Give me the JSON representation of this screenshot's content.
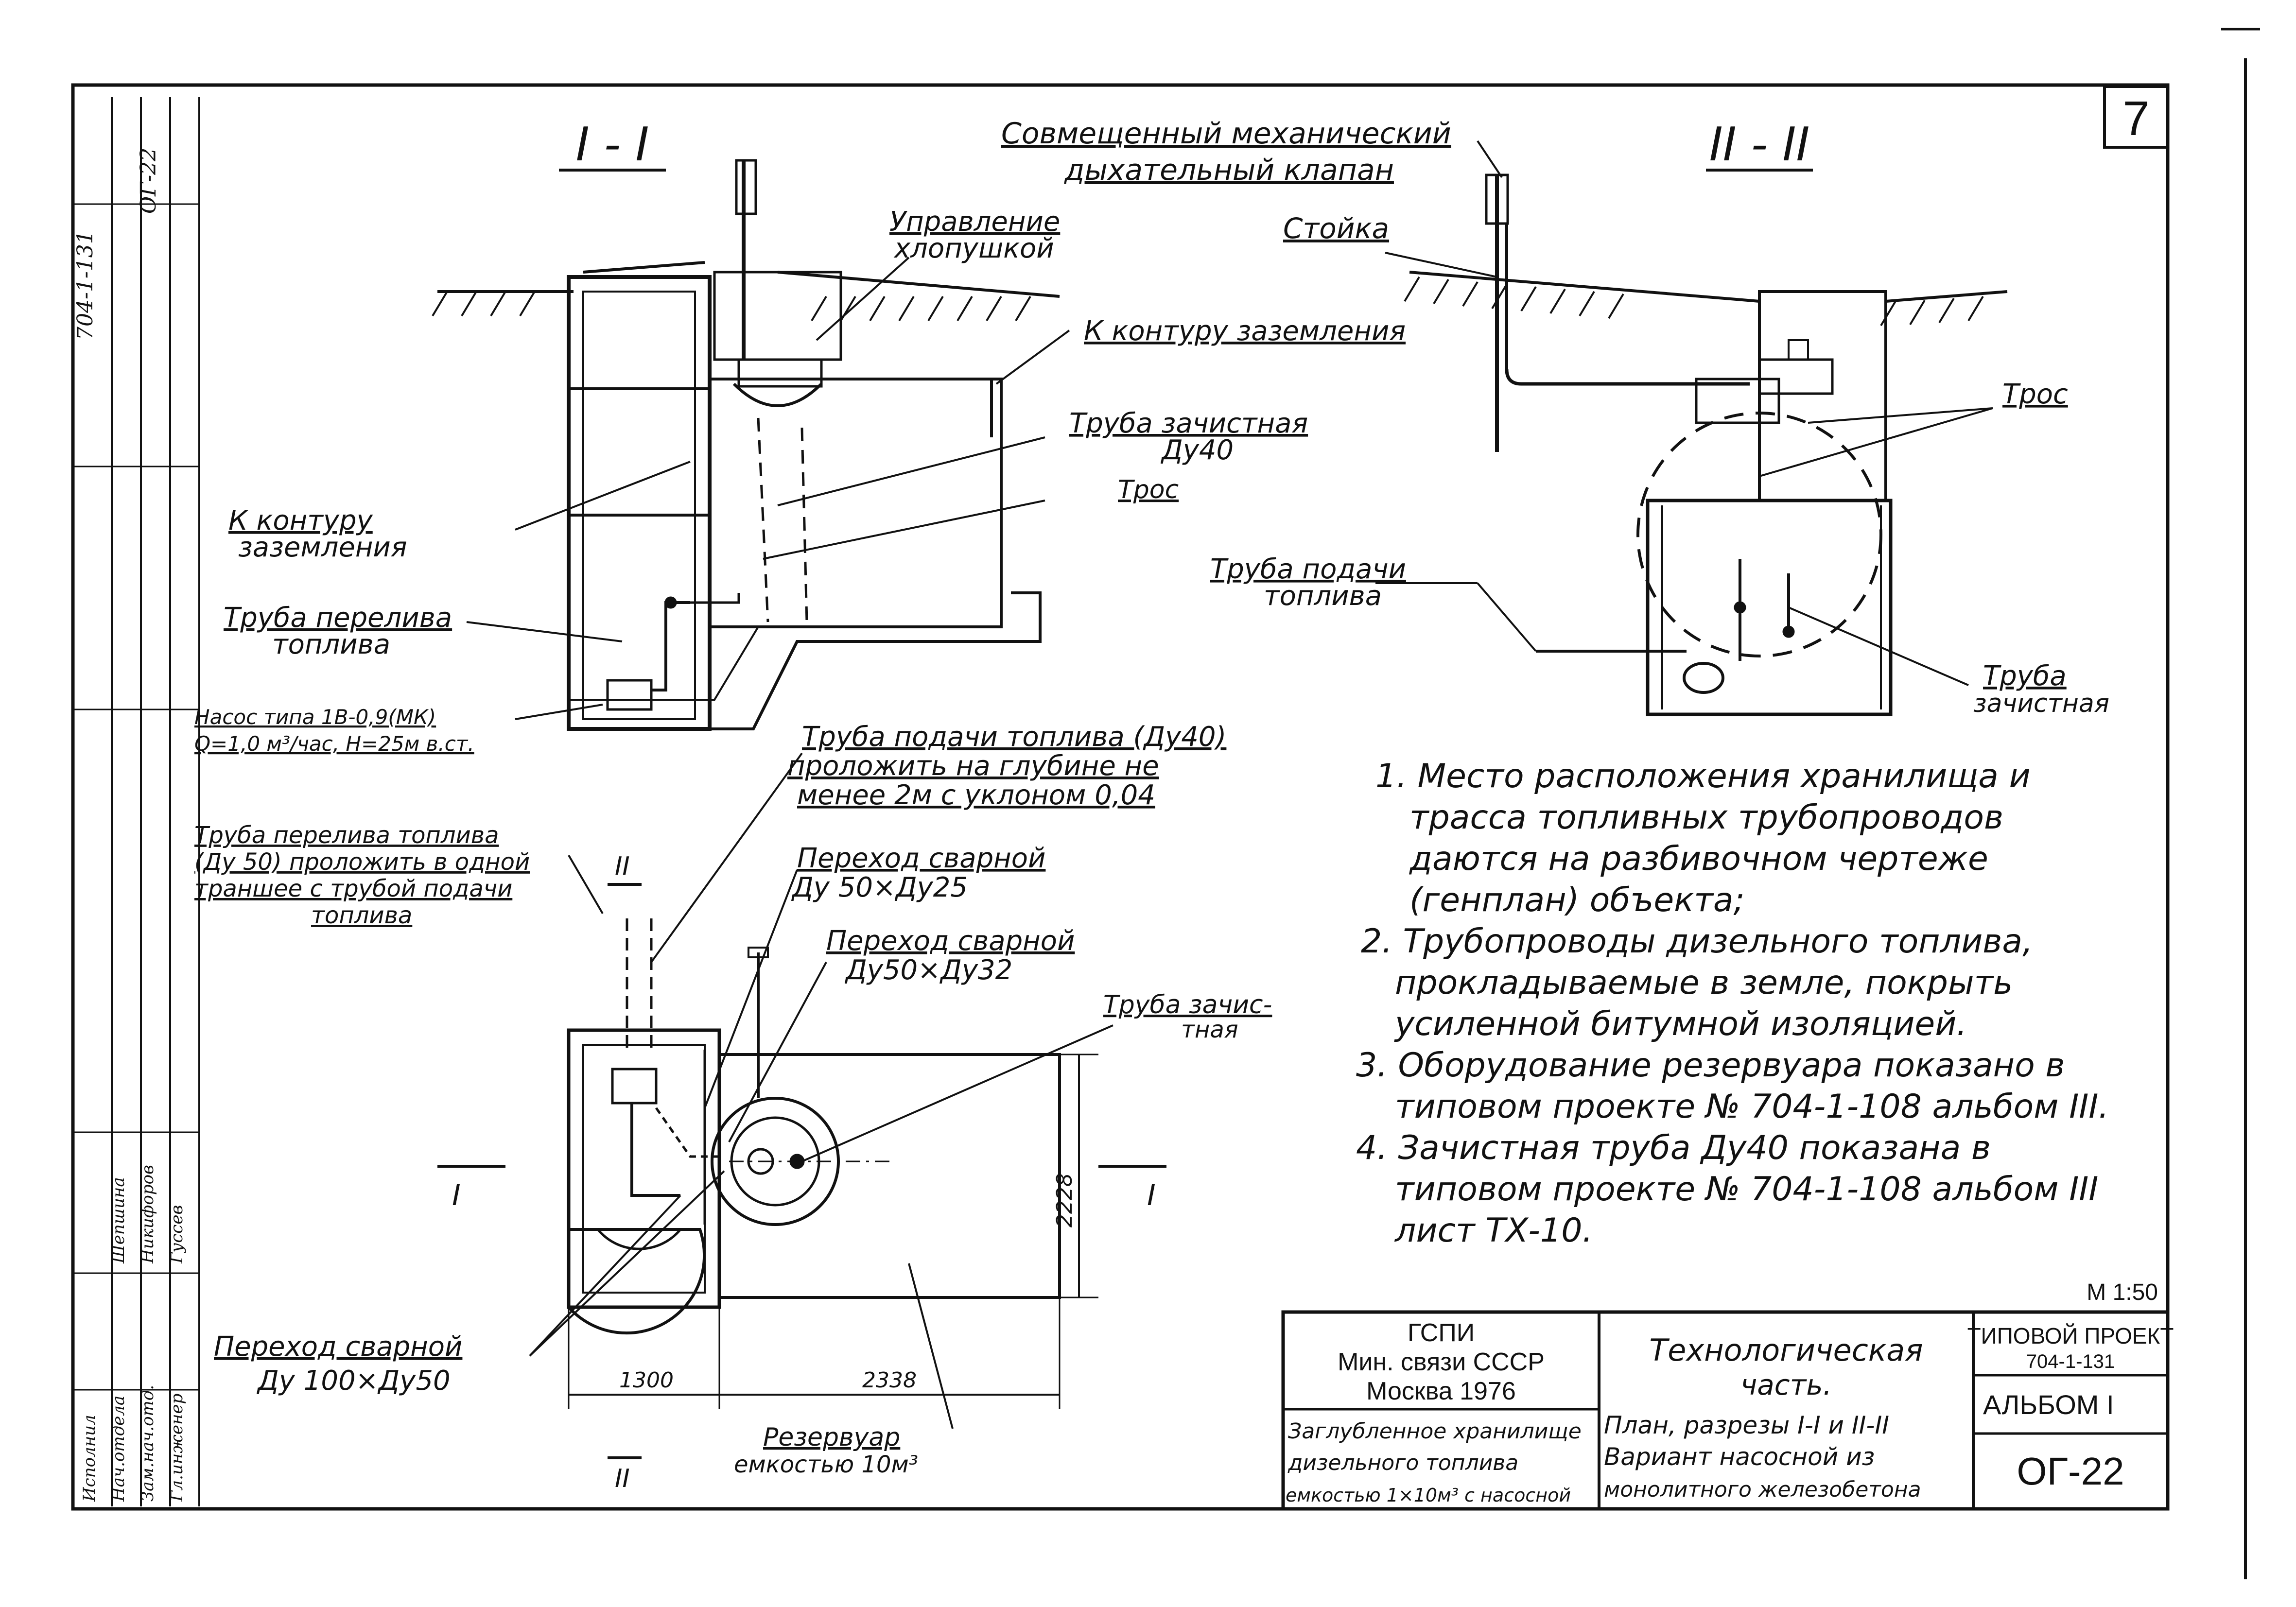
{
  "sheet_number": "7",
  "section_left": {
    "label": "I - I"
  },
  "section_right": {
    "label": "II - II"
  },
  "left_callouts": {
    "valve_control_1": "Управление",
    "valve_control_2": "хлопушкой",
    "ground_loop_top": "К контуру заземления",
    "clean_pipe_1": "Труба зачистная",
    "clean_pipe_2": "Ду40",
    "cable": "Трос",
    "ground_loop_side_1": "К контуру",
    "ground_loop_side_2": "заземления",
    "overflow_pipe_1": "Труба перелива",
    "overflow_pipe_2": "топлива",
    "pump_1": "Насос типа 1В-0,9(МК)",
    "pump_2": "Q=1,0 м³/час, H=25м в.ст."
  },
  "right_callouts": {
    "valve_1": "Совмещенный механический",
    "valve_2": "дыхательный клапан",
    "post": "Стойка",
    "cable": "Трос",
    "supply_pipe_1": "Труба подачи",
    "supply_pipe_2": "топлива",
    "clean_pipe_1": "Труба",
    "clean_pipe_2": "зачистная"
  },
  "plan_callouts": {
    "supply_pipe_1": "Труба подачи топлива (Ду40)",
    "supply_pipe_2": "проложить на глубине не",
    "supply_pipe_3": "менее 2м с уклоном 0,04",
    "overflow_1": "Труба перелива топлива",
    "overflow_2": "(Ду 50) проложить в одной",
    "overflow_3": "траншее с трубой подачи",
    "overflow_4": "топлива",
    "reducer_1a": "Переход сварной",
    "reducer_1b": "Ду 50×Ду25",
    "reducer_2a": "Переход сварной",
    "reducer_2b": "Ду50×Ду32",
    "clean_1": "Труба зачис-",
    "clean_2": "тная",
    "reducer_3a": "Переход сварной",
    "reducer_3b": "Ду 100×Ду50",
    "tank_1": "Резервуар",
    "tank_2": "емкостью 10м³",
    "dim_1300": "1300",
    "dim_2338": "2338",
    "dim_2228": "2228",
    "mark_I": "I",
    "mark_II": "II"
  },
  "notes": [
    "1. Место расположения хранилища и",
    "трасса топливных трубопроводов",
    "даются на разбивочном чертеже",
    "(генплан) объекта;",
    "2. Трубопроводы дизельного топлива,",
    "прокладываемые в земле, покрыть",
    "усиленной битумной изоляцией.",
    "3. Оборудование резервуара показано в",
    "типовом проекте № 704-1-108 альбом III.",
    "4. Зачистная труба Ду40 показана в",
    "типовом проекте № 704-1-108 альбом III",
    "лист ТХ-10."
  ],
  "scale": "М 1:50",
  "title_block": {
    "org_1": "ГСПИ",
    "org_2": "Мин. связи СССР",
    "org_3": "Москва 1976",
    "object_1": "Заглубленное хранилище",
    "object_2": "дизельного топлива",
    "object_3": "емкостью 1×10м³ с насосной",
    "doc_1": "Технологическая",
    "doc_2": "часть.",
    "doc_3": "План, разрезы I-I и II-II",
    "doc_4": "Вариант насосной из",
    "doc_5": "монолитного железобетона",
    "project_label": "ТИПОВОЙ ПРОЕКТ",
    "project_number": "704-1-131",
    "album": "АЛЬБОМ I",
    "sheet_code": "ОГ-22"
  },
  "side_stamp": {
    "row_1": "704-1-131",
    "row_2": "ОГ-22",
    "roles": [
      "Исполнил",
      "Нач.отдела",
      "Зам.нач.отд.",
      "Гл.инженер"
    ],
    "names": [
      "Шепшина",
      "Никифоров",
      "Гуссев"
    ]
  }
}
